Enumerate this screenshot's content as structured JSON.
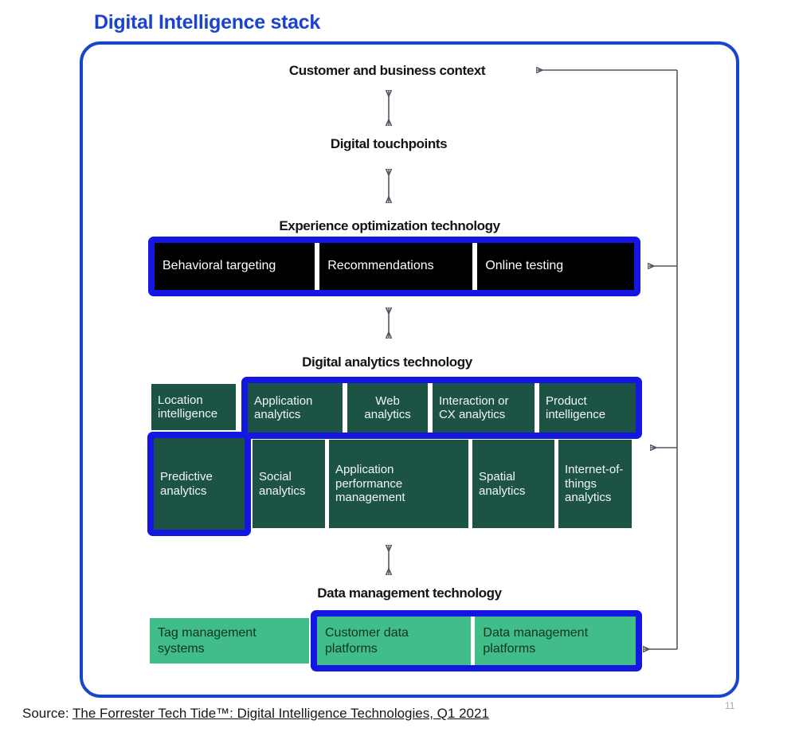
{
  "title": "Digital Intelligence stack",
  "diagram": {
    "headings": {
      "context": "Customer and business context",
      "touchpoints": "Digital touchpoints",
      "experience": "Experience optimization technology",
      "analytics": "Digital analytics technology",
      "data_management": "Data management technology"
    },
    "experience_boxes": [
      "Behavioral targeting",
      "Recommendations",
      "Online testing"
    ],
    "analytics_row1": {
      "standalone": "Location intelligence",
      "highlighted": [
        "Application analytics",
        "Web analytics",
        "Interaction or CX analytics",
        "Product intelligence"
      ]
    },
    "analytics_row2": {
      "highlighted": "Predictive analytics",
      "boxes": [
        "Social analytics",
        "Application performance management",
        "Spatial analytics",
        "Internet-of-things analytics"
      ]
    },
    "data_row": {
      "standalone": "Tag management systems",
      "highlighted": [
        "Customer data platforms",
        "Data management platforms"
      ]
    }
  },
  "footer": {
    "source_prefix": "Source:",
    "source_link": "The Forrester Tech Tide™: Digital Intelligence Technologies, Q1 2021",
    "page_number": "11"
  },
  "colors": {
    "title_blue": "#1a43cf",
    "frame_blue": "#1845cf",
    "highlight_blue": "#1417e2",
    "dark_green": "#1c5345",
    "light_green": "#41bd89",
    "black_box": "#000000",
    "arrow_gray": "#5a5262"
  }
}
